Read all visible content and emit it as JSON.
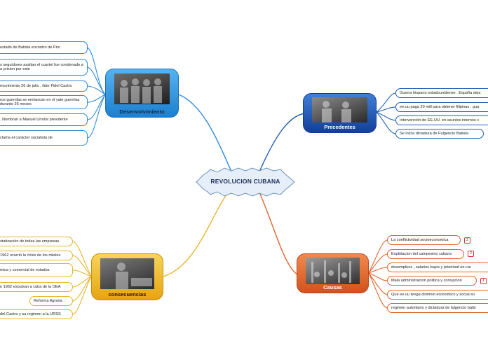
{
  "center": {
    "title": "REVOLUCION CUBANA"
  },
  "branches": {
    "desenvolvimiento": {
      "label": "Desenvolvimiento",
      "items": [
        "estado de Batista encontro de Prio",
        "s seguidores asaltan el cuartel fue condenado a a prision por este",
        "movimiento 26 de julio  , lider Fidel Castro",
        "ros guerrilas se embarcan en el yate guerrilas durante 26 meses",
        ". Nombran a Manuel Urrutia presidente",
        "clama el carácter socialista de"
      ]
    },
    "precedentes": {
      "label": "Precedentes",
      "items": [
        "Guerra hispano estadounidense . España deja",
        "ee.uu paga 20 mill para obtener filipinas , gua",
        "Intervención de EE.UU. en asuntos internos c",
        "Se inicia dictadura de Fulgencio Batista"
      ]
    },
    "consecuencias": {
      "label": "consecuencias",
      "items": [
        "statización de todas las empresas",
        "1962 ocurrió la crisis de los misiles",
        "mica y comercial de estados",
        "n 1962 expulsan a cuba de la OEA",
        "Reforma Agraria",
        "del Castro y su regimen a la URSS"
      ]
    },
    "causas": {
      "label": "Causas",
      "items": [
        "La conflictividad socioeconomica",
        "Explotacion del campesino cubano",
        "desempleos , salarios bajos y prioridad en car",
        "Mala administracion politica y corrupcion",
        "Que ee.uu tenga dominio economico y social so",
        "regimen autoritario y dictadura de fulgencio batis"
      ],
      "badges": [
        "2",
        "2",
        "1"
      ]
    }
  },
  "colors": {
    "desenvolvimiento": "#2e8bd8",
    "precedentes": "#1f5fb5",
    "consecuencias": "#e9b42b",
    "causas": "#e0642a"
  }
}
